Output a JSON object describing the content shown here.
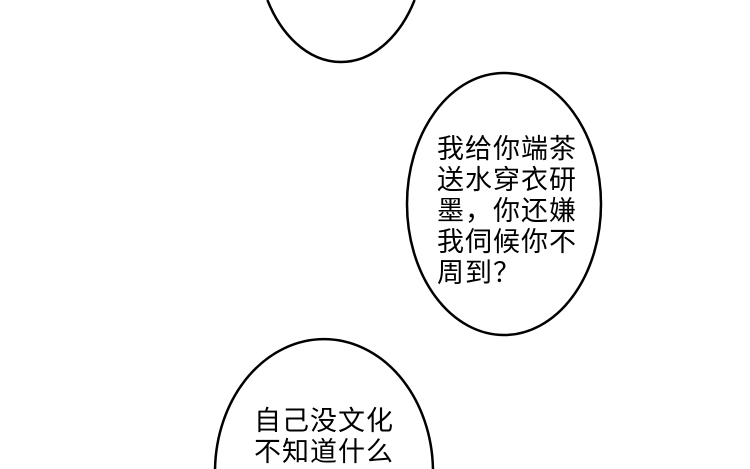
{
  "bubbles": {
    "middle": {
      "lines": [
        "我给你端茶",
        "送水穿衣研",
        "墨，你还嫌",
        "我伺候你不",
        "周到？"
      ]
    },
    "bottom": {
      "lines": [
        "自己没文化",
        "不知道什么"
      ]
    }
  },
  "colors": {
    "background": "#ffffff",
    "ink": "#000000"
  }
}
